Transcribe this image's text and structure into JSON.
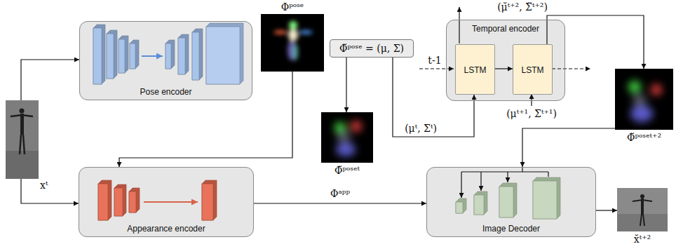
{
  "diagram": {
    "nodes": [
      {
        "text": [
          "xᵗ"
        ]
      },
      {
        "text": [
          "Pose encoder"
        ]
      },
      {
        "text": [
          "Φᵖᵒˢᵉ"
        ]
      },
      {
        "text": [
          "Φ̆ᵖᵒˢᵉ = (μ, Σ)"
        ]
      },
      {
        "text": [
          "Φ̆ᵖᵒˢᵉᵗ"
        ]
      },
      {
        "text": [
          "Temporal encoder"
        ]
      },
      {
        "text": [
          "LSTM"
        ],
        "in": 5
      },
      {
        "text": [
          "LSTM"
        ],
        "in": 5
      },
      {
        "text": [
          "Φ̆ᵖᵒˢᵉᵗ⁺²"
        ]
      },
      {
        "text": [
          "Appearance encoder"
        ]
      },
      {
        "text": [
          "Image Decoder"
        ]
      },
      {
        "text": [
          "x̆ᵗ⁺²"
        ]
      }
    ],
    "edges": [
      {
        "from": 0,
        "to": 1,
        "arrow": "to"
      },
      {
        "from": 0,
        "to": 9,
        "arrow": "to"
      },
      {
        "from": 2,
        "to": 9,
        "arrow": "to"
      },
      {
        "from": 3,
        "to": 4,
        "arrow": "to"
      },
      {
        "from": 3,
        "to": 6,
        "label": "(μᵗ, Σᵗ)",
        "arrow": "to"
      },
      {
        "from": 6,
        "to": 7,
        "arrow": "to"
      },
      {
        "from": 7,
        "to": 8,
        "label": "(μ̆ᵗ⁺², Σ̆ᵗ⁺²)",
        "arrow": "to"
      },
      {
        "from": 8,
        "to": 10,
        "arrow": "to"
      },
      {
        "from": 9,
        "to": 10,
        "label": "Φᵃᵖᵖ",
        "arrow": "to"
      },
      {
        "from": 10,
        "to": 11,
        "arrow": "to"
      }
    ],
    "labels": [
      "t-1",
      "(μᵗ⁺¹, Σᵗ⁺¹)"
    ]
  }
}
